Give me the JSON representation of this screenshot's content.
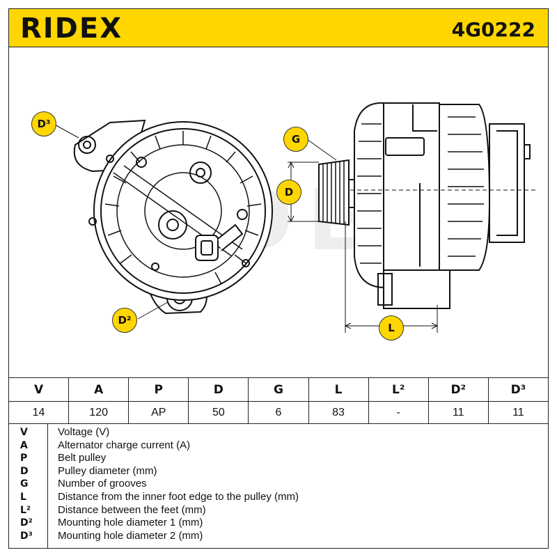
{
  "header": {
    "brand": "RIDEX",
    "part_number": "4G0222",
    "accent_color": "#ffd600"
  },
  "drawing": {
    "callouts": {
      "d3": "D³",
      "g": "G",
      "d": "D",
      "d2": "D²",
      "l": "L"
    },
    "watermark": "RIDEX"
  },
  "spec_table": {
    "headers": [
      "V",
      "A",
      "P",
      "D",
      "G",
      "L",
      "L²",
      "D²",
      "D³"
    ],
    "values": [
      "14",
      "120",
      "AP",
      "50",
      "6",
      "83",
      "-",
      "11",
      "11"
    ]
  },
  "legend": [
    {
      "key": "V",
      "desc": "Voltage (V)"
    },
    {
      "key": "A",
      "desc": "Alternator charge current (A)"
    },
    {
      "key": "P",
      "desc": "Belt pulley"
    },
    {
      "key": "D",
      "desc": "Pulley diameter (mm)"
    },
    {
      "key": "G",
      "desc": "Number of grooves"
    },
    {
      "key": "L",
      "desc": "Distance from the inner foot edge to the pulley (mm)"
    },
    {
      "key": "L²",
      "desc": "Distance between the feet (mm)"
    },
    {
      "key": "D²",
      "desc": "Mounting hole diameter 1 (mm)"
    },
    {
      "key": "D³",
      "desc": "Mounting hole diameter 2 (mm)"
    }
  ]
}
